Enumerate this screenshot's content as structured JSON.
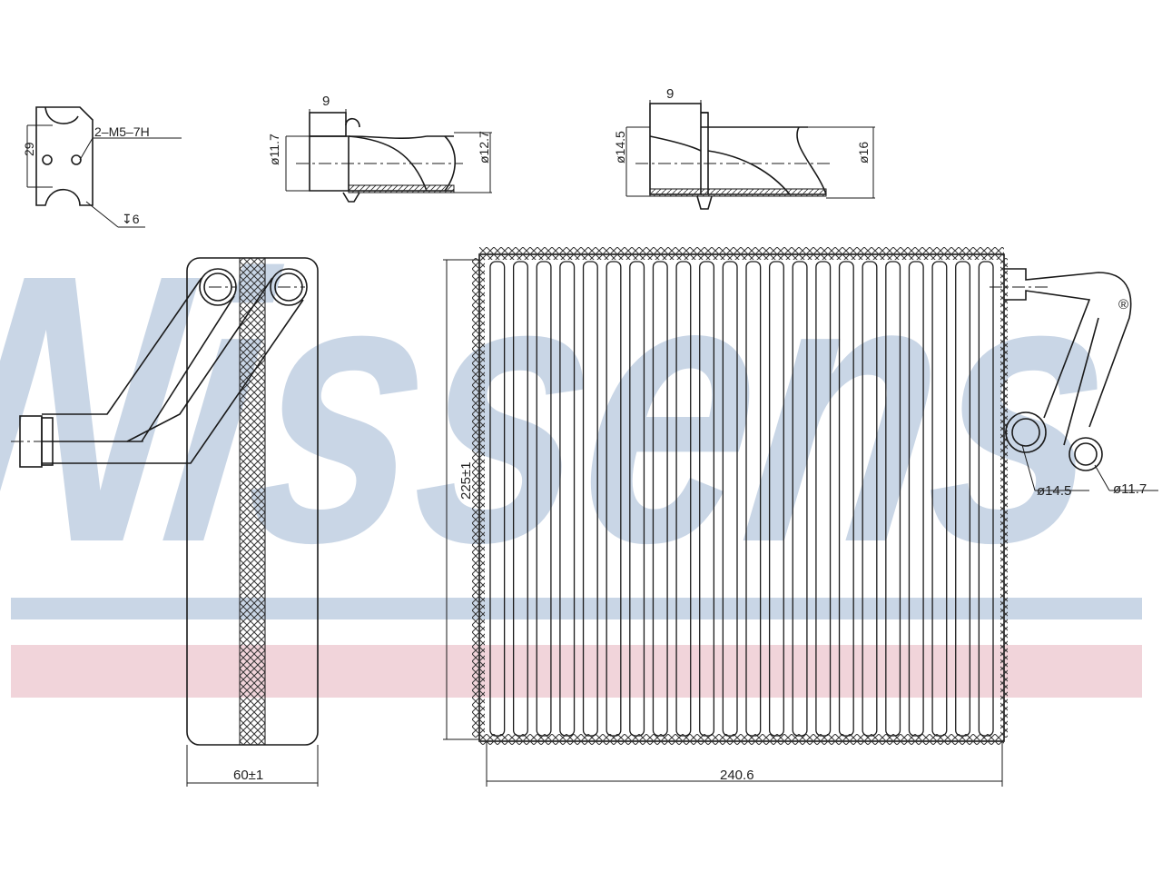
{
  "brand": {
    "watermark_text": "Nissens",
    "registered_mark": "®",
    "color_blue": "#c9d6e6",
    "color_red": "#f1d4da"
  },
  "labels": {
    "flange_thread": "2–M5–7H",
    "flange_height": "29",
    "flange_depth": "↧6",
    "fitting_small_length": "9",
    "fitting_small_inner_dia": "ø11.7",
    "fitting_small_outer_dia": "ø12.7",
    "fitting_large_length": "9",
    "fitting_large_inner_dia": "ø14.5",
    "fitting_large_outer_dia": "ø16",
    "side_width": "60±1",
    "core_height": "225±1",
    "core_width": "240.6",
    "port_large_dia": "ø14.5",
    "port_small_dia": "ø11.7"
  },
  "colors": {
    "line": "#1a1a1a",
    "background": "#ffffff"
  }
}
